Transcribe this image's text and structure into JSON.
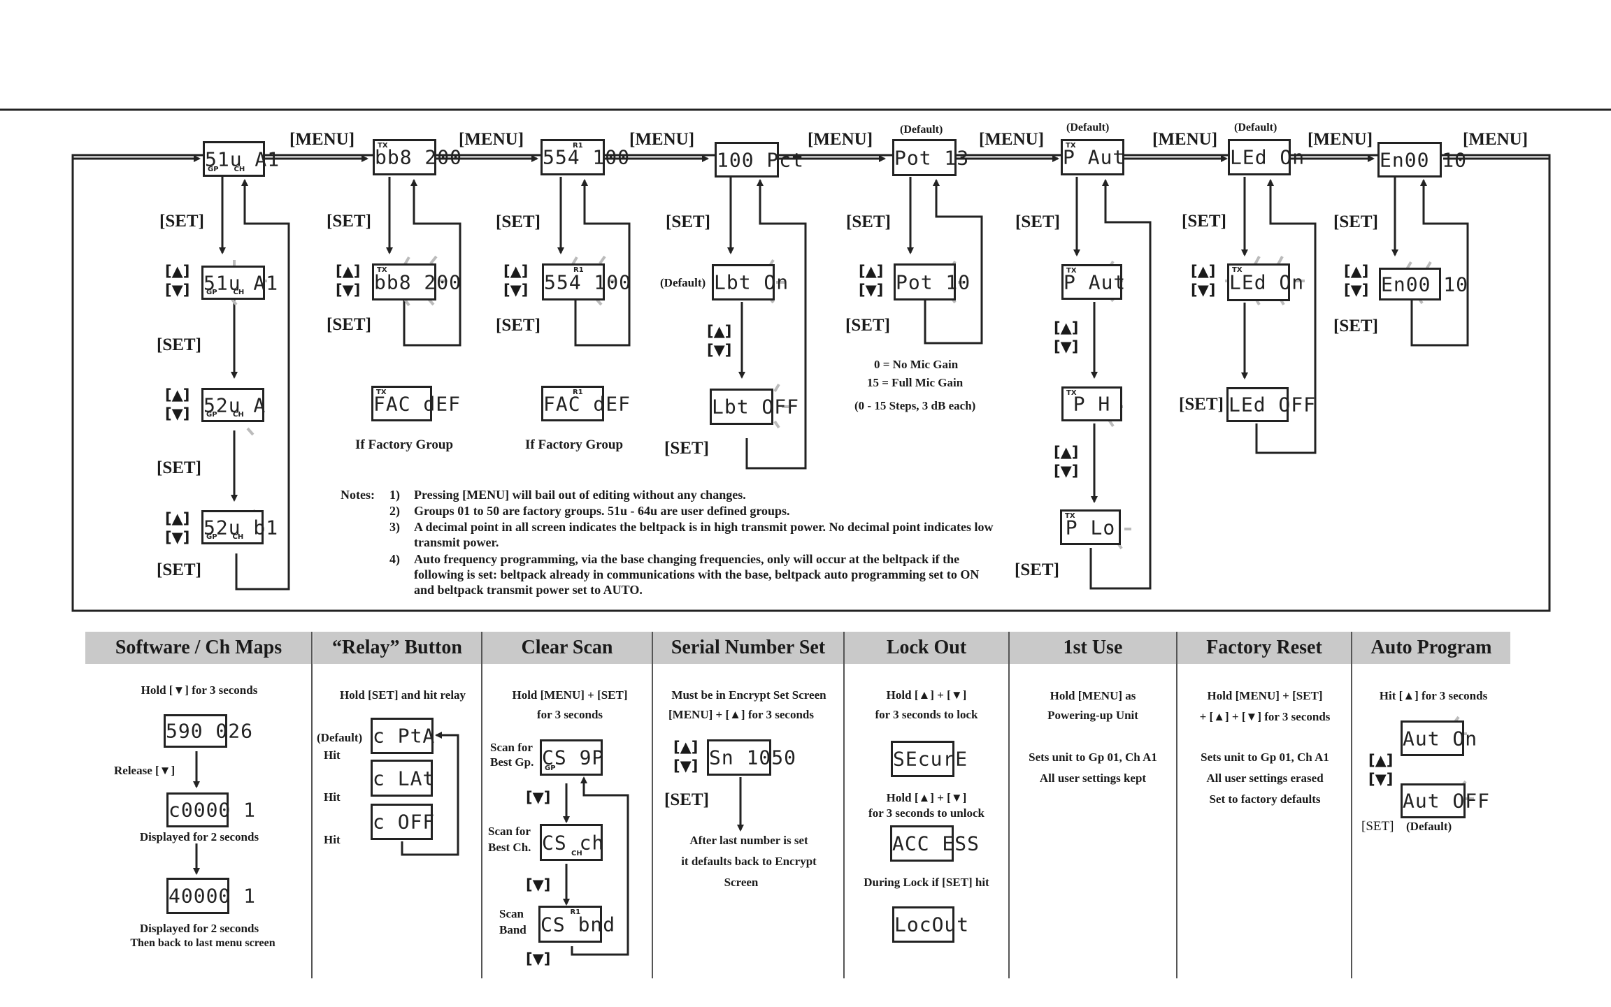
{
  "menu_label": "[MENU]",
  "set_label": "[SET]",
  "default_label": "(Default)",
  "updown_symbol": "[▲]\n[▼]",
  "menu_screens": [
    {
      "text": "51u A1",
      "tag_top": "",
      "tag_bl": "GP",
      "tag_bm": "CH"
    },
    {
      "text": "bb8 200",
      "tag_top": "TX",
      "tag_bl": "",
      "tag_bm": ""
    },
    {
      "text": "554 100",
      "tag_top": "R1",
      "tag_bl": "",
      "tag_bm": ""
    },
    {
      "text": "100 Pct",
      "tag_top": "",
      "tag_bl": "",
      "tag_bm": ""
    },
    {
      "text": "Pot 13",
      "tag_top": "",
      "tag_bl": "",
      "tag_bm": ""
    },
    {
      "text": "P Aut",
      "tag_top": "TX",
      "tag_bl": "",
      "tag_bm": ""
    },
    {
      "text": "LEd On",
      "tag_top": "",
      "tag_bl": "",
      "tag_bm": ""
    },
    {
      "text": "En00 10",
      "tag_top": "",
      "tag_bl": "",
      "tag_bm": ""
    }
  ],
  "edit_screens": [
    {
      "text": "51u A1",
      "tag_top": "",
      "tag_bl": "GP",
      "tag_bm": "CH"
    },
    {
      "text": "bb8 200",
      "tag_top": "TX",
      "tag_bl": "",
      "tag_bm": ""
    },
    {
      "text": "554 100",
      "tag_top": "R1",
      "tag_bl": "",
      "tag_bm": ""
    },
    {
      "text": "Lbt On",
      "tag_top": "",
      "tag_bl": "",
      "tag_bm": ""
    },
    {
      "text": "Pot 10",
      "tag_top": "",
      "tag_bl": "",
      "tag_bm": ""
    },
    {
      "text": "P Aut",
      "tag_top": "TX",
      "tag_bl": "",
      "tag_bm": ""
    },
    {
      "text": "LEd On",
      "tag_top": "TX",
      "tag_bl": "",
      "tag_bm": ""
    },
    {
      "text": "En00 10",
      "tag_top": "",
      "tag_bl": "",
      "tag_bm": ""
    }
  ],
  "extra_screens": {
    "ch_a": {
      "text": "52u A",
      "tag_top": "",
      "tag_bl": "GP",
      "tag_bm": "CH"
    },
    "ch_b": {
      "text": "52u b1",
      "tag_top": "",
      "tag_bl": "GP",
      "tag_bm": "CH"
    },
    "fac_tx": {
      "text": "FAC dEF",
      "tag_top": "TX",
      "tag_bl": "",
      "tag_bm": ""
    },
    "fac_r1": {
      "text": "FAC dEF",
      "tag_top": "R1",
      "tag_bl": "",
      "tag_bm": ""
    },
    "lbt_off": {
      "text": "Lbt OFF",
      "tag_top": "",
      "tag_bl": "",
      "tag_bm": ""
    },
    "p_hi": {
      "text": "P H",
      "tag_top": "TX",
      "tag_bl": "",
      "tag_bm": ""
    },
    "p_lo": {
      "text": "P Lo",
      "tag_top": "TX",
      "tag_bl": "",
      "tag_bm": ""
    },
    "led_off": {
      "text": "LEd OFF",
      "tag_top": "",
      "tag_bl": "",
      "tag_bm": ""
    }
  },
  "factory_group_label": "If Factory Group",
  "mic_gain": [
    "0 = No Mic Gain",
    "15 = Full Mic Gain",
    "(0 - 15 Steps, 3 dB each)"
  ],
  "notes": {
    "title": "Notes:",
    "items": [
      {
        "num": "1)",
        "text": "Pressing [MENU] will bail out of editing without any changes."
      },
      {
        "num": "2)",
        "text": "Groups 01 to 50 are factory groups. 51u - 64u are user defined groups."
      },
      {
        "num": "3)",
        "text": "A decimal point in all screen indicates the beltpack is in high transmit power. No decimal point indicates low transmit power."
      },
      {
        "num": "4)",
        "text": "Auto frequency programming, via the base changing frequencies, only will occur at the beltpack if the following is set: beltpack already in communications with the base, beltpack auto programming set to ON and beltpack transmit power set to AUTO."
      }
    ]
  },
  "sections": [
    {
      "title": "Software / Ch Maps"
    },
    {
      "title": "“Relay” Button"
    },
    {
      "title": "Clear Scan"
    },
    {
      "title": "Serial Number Set"
    },
    {
      "title": "Lock Out"
    },
    {
      "title": "1st Use"
    },
    {
      "title": "Factory Reset"
    },
    {
      "title": "Auto Program"
    }
  ],
  "software": {
    "hold": "Hold [▼] for 3 seconds",
    "screen1": "590 026",
    "release": "Release [▼]",
    "screen2": "c0000 1",
    "displayed1": "Displayed for 2 seconds",
    "screen3": "40000 1",
    "displayed2": "Displayed for 2 seconds",
    "back": "Then back to last menu screen"
  },
  "relay": {
    "hold": "Hold [SET] and hit relay",
    "default": "(Default)",
    "hit": "Hit",
    "screens": [
      "c PtA",
      "c LAt",
      "c OFF"
    ]
  },
  "clear_scan": {
    "hold1": "Hold [MENU] + [SET]",
    "hold2": "for 3 seconds",
    "scan_gp": [
      "Scan for",
      "Best Gp."
    ],
    "scan_ch": [
      "Scan for",
      "Best Ch."
    ],
    "scan_band": [
      "Scan",
      "Band"
    ],
    "screens": [
      {
        "text": "CS 9P",
        "tag": "GP",
        "pos": "bl"
      },
      {
        "text": "CS ch",
        "tag": "CH",
        "pos": "bm"
      },
      {
        "text": "CS bnd",
        "tag": "R1",
        "pos": "tm"
      }
    ],
    "down": "[▼]"
  },
  "serial": {
    "line1": "Must be in Encrypt Set Screen",
    "line2": "[MENU] + [▲] for 3 seconds",
    "screen": "Sn 1050",
    "set": "[SET]",
    "after": [
      "After last number is set",
      "it defaults back to Encrypt",
      "Screen"
    ]
  },
  "lockout": {
    "hold1": "Hold [▲] + [▼]",
    "lock": "for 3 seconds to lock",
    "screen1": "SEcurE",
    "hold2": "Hold [▲] + [▼]",
    "unlock": "for 3 seconds to unlock",
    "screen2": "ACC ESS",
    "during": "During Lock if [SET] hit",
    "screen3": "LocOut"
  },
  "first_use": {
    "lines": [
      "Hold [MENU] as",
      "Powering-up Unit",
      "",
      "Sets unit to Gp 01, Ch A1",
      "All user settings kept"
    ]
  },
  "factory_reset": {
    "lines": [
      "Hold [MENU] + [SET]",
      "+ [▲] + [▼] for 3 seconds",
      "",
      "Sets unit to Gp 01, Ch A1",
      "All user settings erased",
      "Set to factory defaults"
    ]
  },
  "auto_program": {
    "hit": "Hit [▲] for 3 seconds",
    "screen_on": "Aut On",
    "screen_off": "Aut OFF",
    "set": "[SET]",
    "default": "(Default)"
  }
}
